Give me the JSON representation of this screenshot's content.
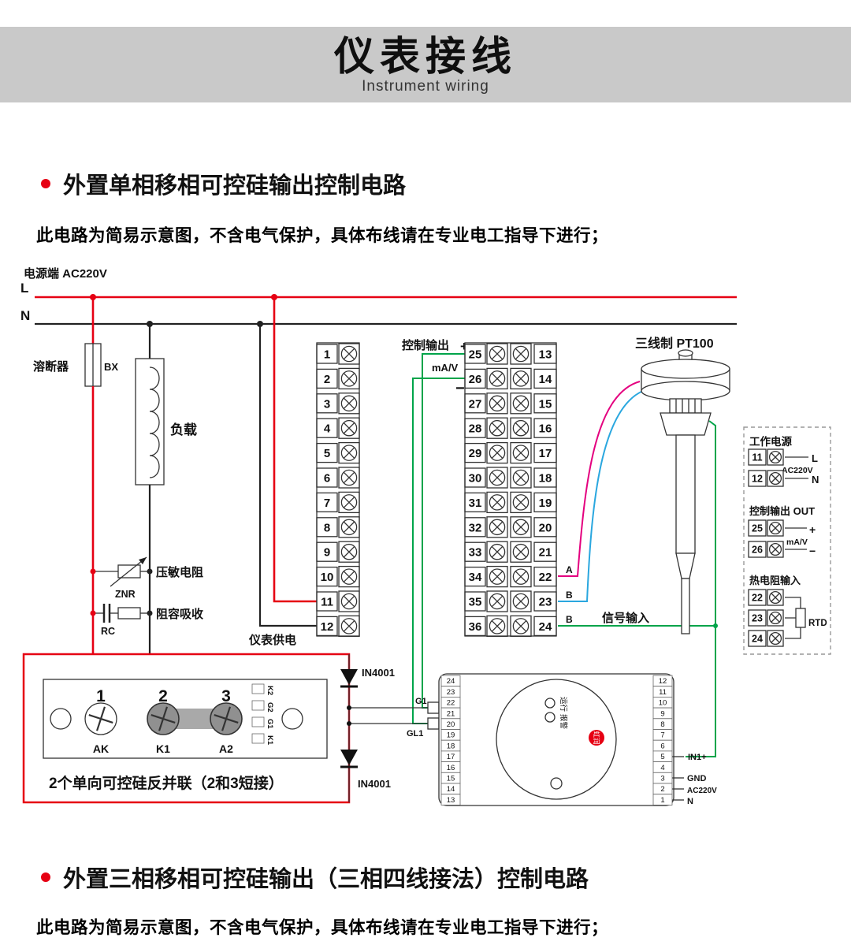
{
  "header": {
    "title": "仪表接线",
    "subtitle": "Instrument wiring"
  },
  "sections": {
    "s1": {
      "title": "外置单相移相可控硅输出控制电路",
      "note": "此电路为简易示意图，不含电气保护，具体布线请在专业电工指导下进行；"
    },
    "s2": {
      "title": "外置三相移相可控硅输出（三相四线接法）控制电路",
      "note": "此电路为简易示意图，不含电气保护，具体布线请在专业电工指导下进行；"
    }
  },
  "colors": {
    "red": "#e60013",
    "green": "#00a44a",
    "magenta": "#e4007f",
    "blue": "#2aa7df",
    "band": "#c9c9c9"
  },
  "diagram": {
    "power_label": "电源端  AC220V",
    "line_l": "L",
    "line_n": "N",
    "fuse": {
      "label": "溶断器",
      "tag": "BX"
    },
    "load_label": "负载",
    "varistor": {
      "label": "压敏电阻",
      "tag": "ZNR"
    },
    "rc": {
      "label": "阻容吸收",
      "tag": "RC"
    },
    "meter_supply": "仪表供电",
    "ctrl_out_label": "控制输出",
    "plus": "+",
    "minus": "−",
    "mav": "mA/V",
    "pt100_label": "三线制 PT100",
    "signal_input": "信号输入",
    "sig_a": "A",
    "sig_b1": "B",
    "sig_b2": "B",
    "terminals_left": [
      "1",
      "2",
      "3",
      "4",
      "5",
      "6",
      "7",
      "8",
      "9",
      "10",
      "11",
      "12"
    ],
    "terminals_mid_left": [
      "25",
      "26",
      "27",
      "28",
      "29",
      "30",
      "31",
      "32",
      "33",
      "34",
      "35",
      "36"
    ],
    "terminals_mid_right": [
      "13",
      "14",
      "15",
      "16",
      "17",
      "18",
      "19",
      "20",
      "21",
      "22",
      "23",
      "24"
    ],
    "diode1": "IN4001",
    "diode2": "IN4001",
    "g1": "G1",
    "gl1": "GL1",
    "scr": {
      "t1": "1",
      "t2": "2",
      "t3": "3",
      "b1": "AK",
      "b2": "K1",
      "b3": "A2",
      "pins": [
        "K2",
        "G2",
        "G1",
        "K1"
      ],
      "caption": "2个单向可控硅反并联（2和3短接）"
    },
    "trigger": {
      "left_pins": [
        "24",
        "23",
        "22",
        "21",
        "20",
        "19",
        "18",
        "17",
        "16",
        "15",
        "14",
        "13"
      ],
      "right_pins": [
        "12",
        "11",
        "10",
        "9",
        "8",
        "7",
        "6",
        "5",
        "4",
        "3",
        "2",
        "1"
      ],
      "run": "运行",
      "alarm": "报警",
      "brand": "虹润",
      "in1": "IN1+",
      "gnd": "GND",
      "ac": "AC220V",
      "n": "N"
    },
    "panel": {
      "work_power": "工作电源",
      "t11": "11",
      "t12": "12",
      "L": "L",
      "N": "N",
      "ac": "AC220V",
      "ctrl_out": "控制输出 OUT",
      "t25": "25",
      "t26": "26",
      "plus": "+",
      "minus": "−",
      "mav": "mA/V",
      "rtd_title": "热电阻输入",
      "t22": "22",
      "t23": "23",
      "t24": "24",
      "rtd": "RTD"
    }
  }
}
